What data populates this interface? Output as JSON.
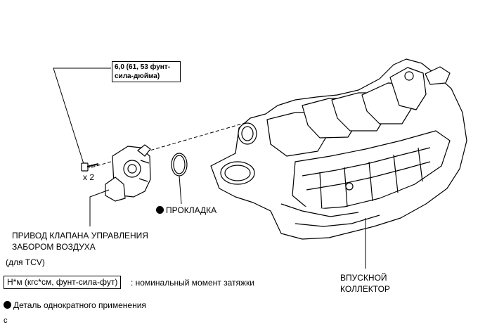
{
  "torque_callout": {
    "value": "6,0 (61, 53 фунт-сила-дюйма)"
  },
  "bolt_count": "x 2",
  "gasket_label": "ПРОКЛАДКА",
  "actuator_label": {
    "line1": "ПРИВОД КЛАПАНА УПРАВЛЕНИЯ",
    "line2": "ЗАБОРОМ ВОЗДУХА",
    "line3": "(для TCV)"
  },
  "manifold_label": {
    "line1": "ВПУСКНОЙ",
    "line2": "КОЛЛЕКТОР"
  },
  "legend": {
    "unit_box": "Н*м (кгс*см, фунт-сила-фут)",
    "unit_desc": ": номинальный момент затяжки",
    "single_use": "Деталь однократного применения"
  },
  "corner_mark": "c",
  "icons": {
    "single_use_marker": "filled-circle-icon"
  }
}
